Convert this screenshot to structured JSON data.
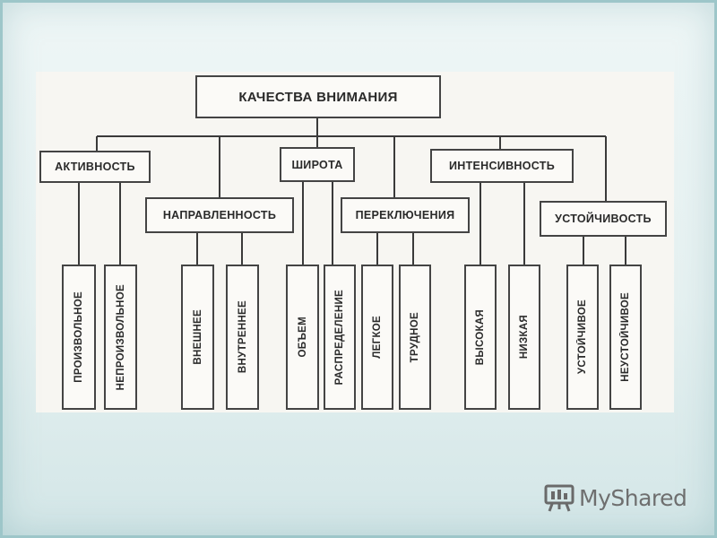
{
  "diagram": {
    "root": "КАЧЕСТВА ВНИМАНИЯ",
    "categories": [
      {
        "label": "АКТИВНОСТЬ",
        "children": [
          "ПРОИЗВОЛЬНОЕ",
          "НЕПРОИЗВОЛЬНОЕ"
        ]
      },
      {
        "label": "НАПРАВЛЕННОСТЬ",
        "children": [
          "ВНЕШНЕЕ",
          "ВНУТРЕННЕЕ"
        ]
      },
      {
        "label": "ШИРОТА",
        "children": [
          "ОБЪЕМ",
          "РАСПРЕДЕЛЕНИЕ"
        ]
      },
      {
        "label": "ПЕРЕКЛЮЧЕНИЯ",
        "children": [
          "ЛЕГКОЕ",
          "ТРУДНОЕ"
        ]
      },
      {
        "label": "ИНТЕНСИВНОСТЬ",
        "children": [
          "ВЫСОКАЯ",
          "НИЗКАЯ"
        ]
      },
      {
        "label": "УСТОЙЧИВОСТЬ",
        "children": [
          "УСТОЙЧИВОЕ",
          "НЕУСТОЙЧИВОЕ"
        ]
      }
    ]
  },
  "watermark": {
    "my": "My",
    "shared": "Shared",
    "icon": "presentation-board-icon"
  }
}
